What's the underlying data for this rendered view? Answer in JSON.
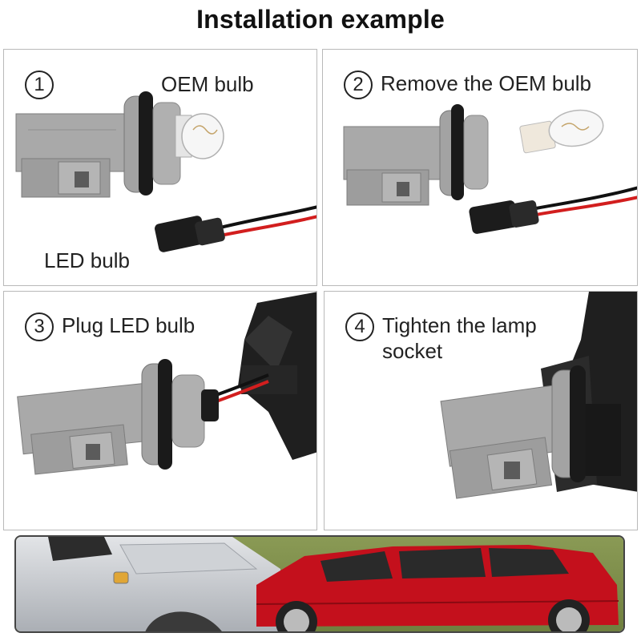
{
  "title": "Installation example",
  "panels": [
    {
      "number": "1",
      "text": "",
      "labels": {
        "oem_bulb": "OEM bulb",
        "led_bulb": "LED bulb"
      }
    },
    {
      "number": "2",
      "text": "Remove the OEM bulb"
    },
    {
      "number": "3",
      "text": "Plug LED bulb"
    },
    {
      "number": "4",
      "line1": "Tighten the lamp",
      "line2": "socket"
    }
  ],
  "colors": {
    "socket_grey": "#a9a9a9",
    "socket_dark": "#8e8e8e",
    "gasket": "#1a1a1a",
    "wire_red": "#d21e1e",
    "wire_black": "#111111",
    "car_red": "#c4101c",
    "car_silver": "#c9ccd0"
  },
  "icons": [
    "socket-image",
    "oem-bulb-image",
    "led-bulb-image",
    "lamp-housing-image",
    "car-photo-image"
  ]
}
